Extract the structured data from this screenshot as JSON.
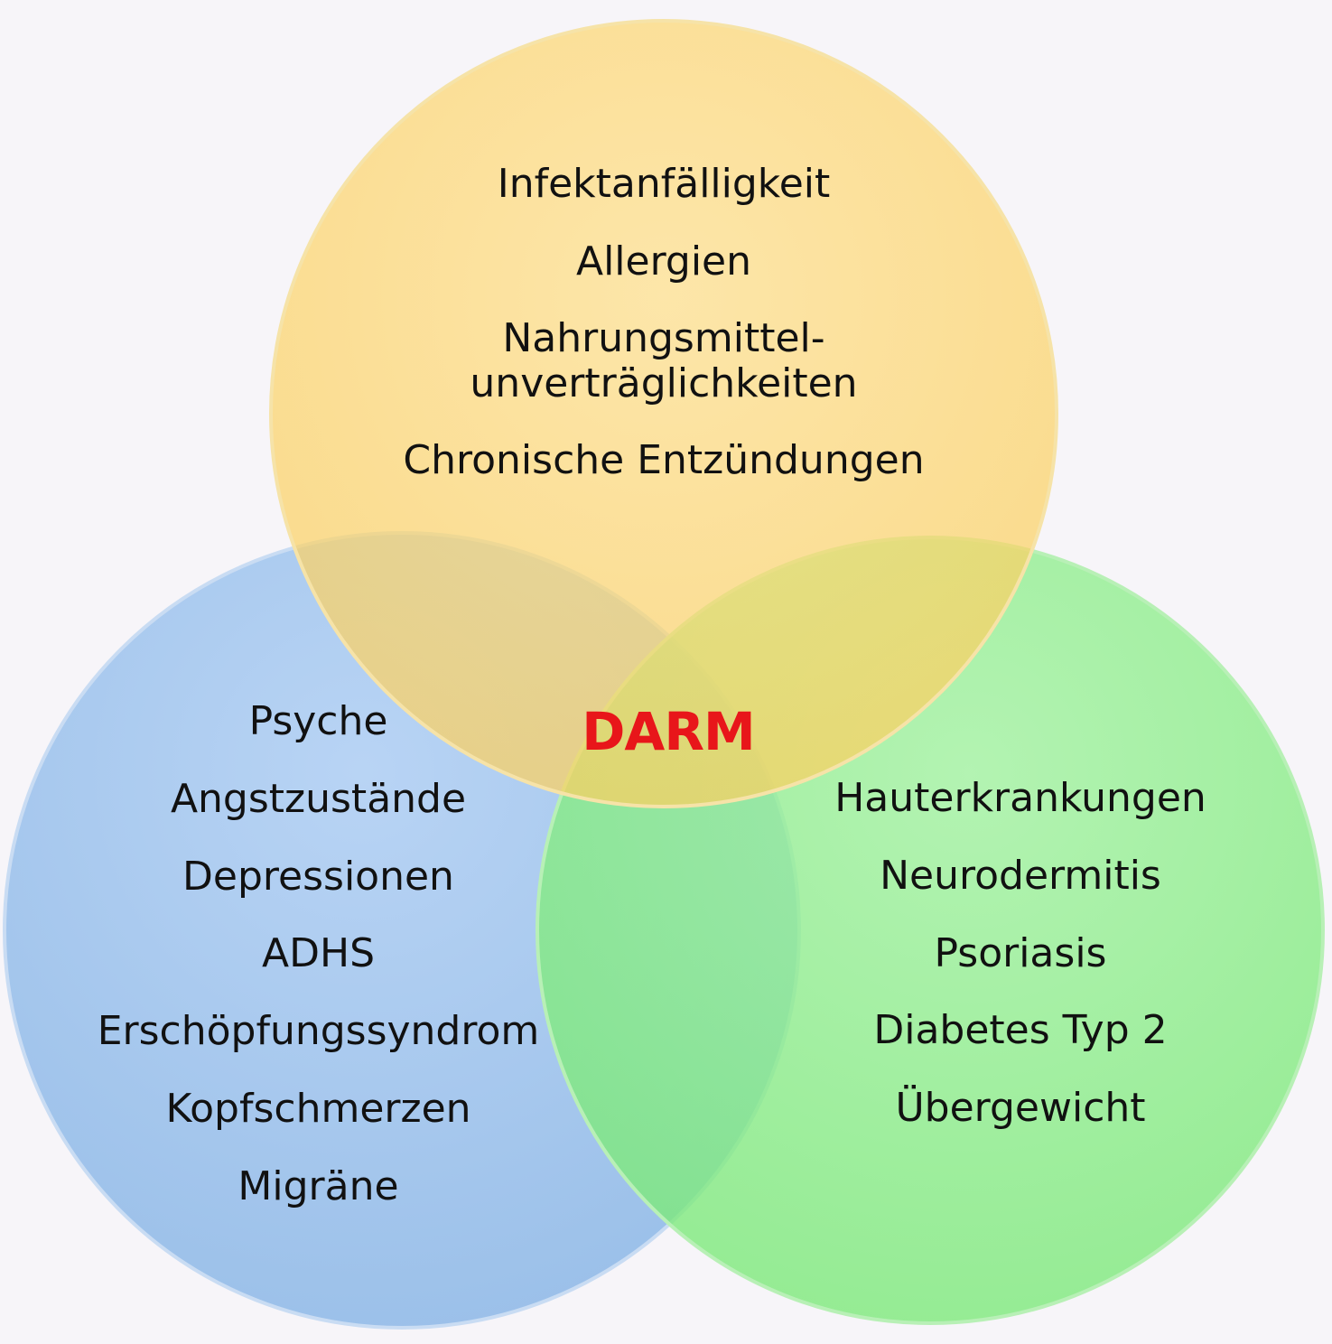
{
  "diagram": {
    "type": "venn",
    "center_label": "DARM",
    "circles": [
      {
        "id": "top",
        "color": "#fdd36b",
        "items": [
          "Infektanfälligkeit",
          "Allergien",
          "Nahrungsmittel-\nunverträglichkeiten",
          "Chronische Entzündungen"
        ]
      },
      {
        "id": "left",
        "color": "#9fc4ef",
        "items": [
          "Psyche",
          "Angstzustände",
          "Depressionen",
          "ADHS",
          "Erschöpfungssyndrom",
          "Kopfschmerzen",
          "Migräne"
        ]
      },
      {
        "id": "right",
        "color": "#86ee86",
        "items": [
          "Hauterkrankungen",
          "Neurodermitis",
          "Psoriasis",
          "Diabetes Typ 2",
          "Übergewicht"
        ]
      }
    ],
    "center_color": "#e8161a",
    "background": "#f7f5f9"
  }
}
